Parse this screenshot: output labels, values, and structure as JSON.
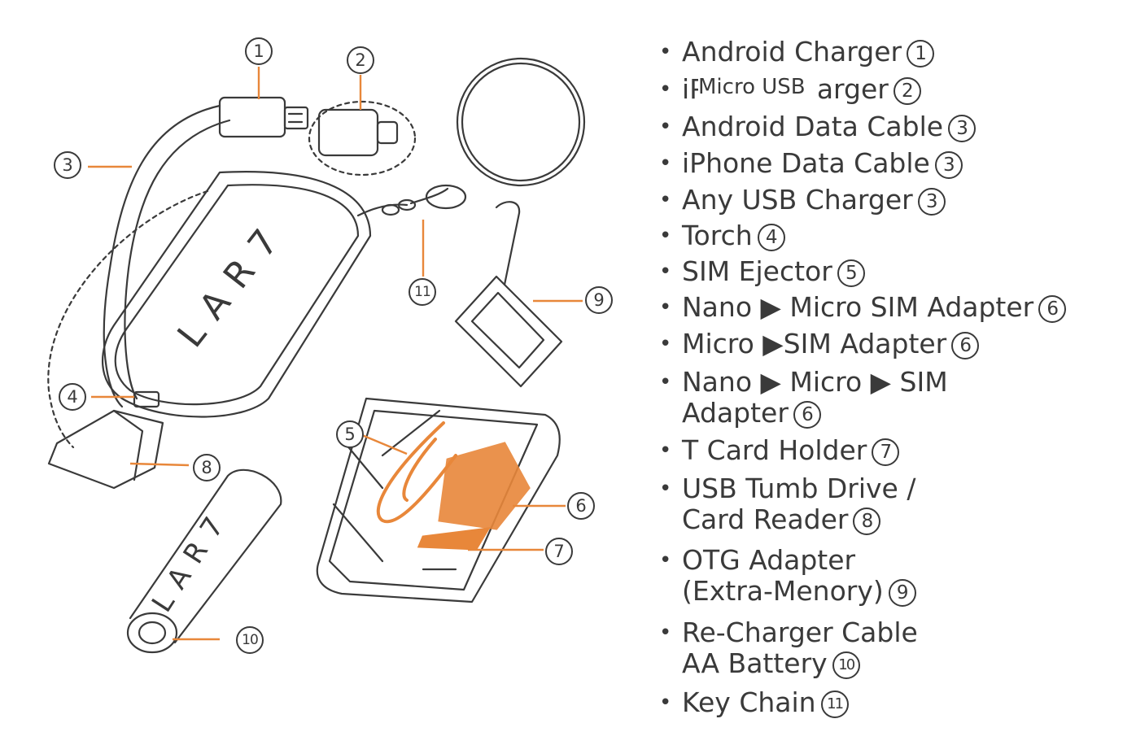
{
  "callouts": {
    "c1": "1",
    "c2": "2",
    "c3": "3",
    "c4": "4",
    "c5": "5",
    "c6": "6",
    "c7": "7",
    "c8": "8",
    "c9": "9",
    "c10": "10",
    "c11": "11"
  },
  "device_logo": "LAR7",
  "legend": [
    {
      "text": "Android Charger",
      "num": "1"
    },
    {
      "text": "iPhone Charger",
      "num": "2"
    },
    {
      "text": "Android Data Cable",
      "num": "3"
    },
    {
      "text": "iPhone Data Cable",
      "num": "3"
    },
    {
      "text": "Any USB Charger",
      "num": "3"
    },
    {
      "text": "Torch",
      "num": "4"
    },
    {
      "text": "SIM Ejector",
      "num": "5"
    },
    {
      "text": "Nano ▶ Micro SIM Adapter",
      "num": "6"
    },
    {
      "text": "Micro ▶SIM Adapter",
      "num": "6"
    },
    {
      "text": "Nano ▶ Micro ▶ SIM",
      "cont": "Adapter",
      "num": "6"
    },
    {
      "text": "T Card Holder",
      "num": "7"
    },
    {
      "text": "USB Tumb Drive /",
      "cont": "Card Reader",
      "num": "8"
    },
    {
      "text": "OTG Adapter",
      "cont": "(Extra-Menory)",
      "num": "9"
    },
    {
      "text": "Re-Charger Cable",
      "cont": "AA Battery",
      "num": "10"
    },
    {
      "text": "Key Chain",
      "num": "11"
    }
  ],
  "overlay_label": "Micro USB",
  "colors": {
    "accent": "#e8873a",
    "line": "#3a3a3a"
  }
}
